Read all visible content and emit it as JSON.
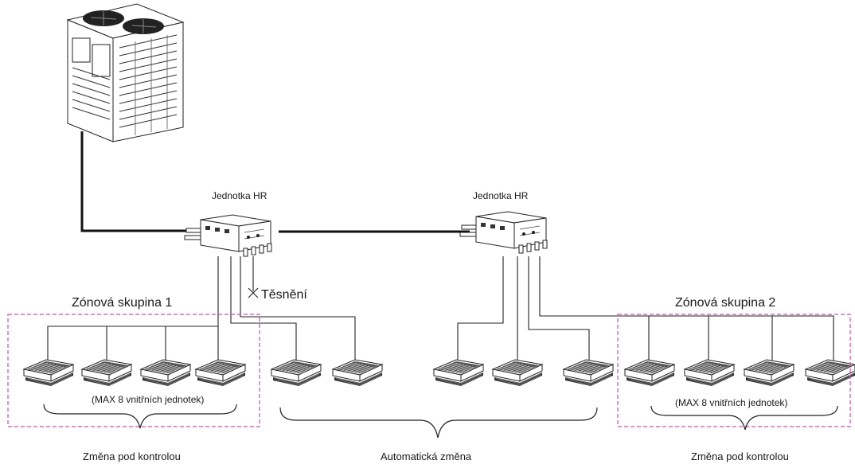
{
  "hr_units": [
    {
      "label": "Jednotka HR"
    },
    {
      "label": "Jednotka HR"
    }
  ],
  "zones": [
    {
      "title": "Zónová skupina 1",
      "max_note": "(MAX 8 vnitřních jednotek)"
    },
    {
      "title": "Zónová skupina 2",
      "max_note": "(MAX 8 vnitřních jednotek)"
    }
  ],
  "seal_label": "Těsnění",
  "bottom_labels": {
    "left": "Změna pod kontrolou",
    "center": "Automatická změna",
    "right": "Změna pod kontrolou"
  },
  "colors": {
    "zone_border": "#d34ab4"
  },
  "icons": {
    "outdoor_unit": "outdoor-condenser-icon",
    "hr_unit": "hr-box-icon",
    "indoor_unit": "ceiling-cassette-icon",
    "seal": "x-mark-icon"
  }
}
